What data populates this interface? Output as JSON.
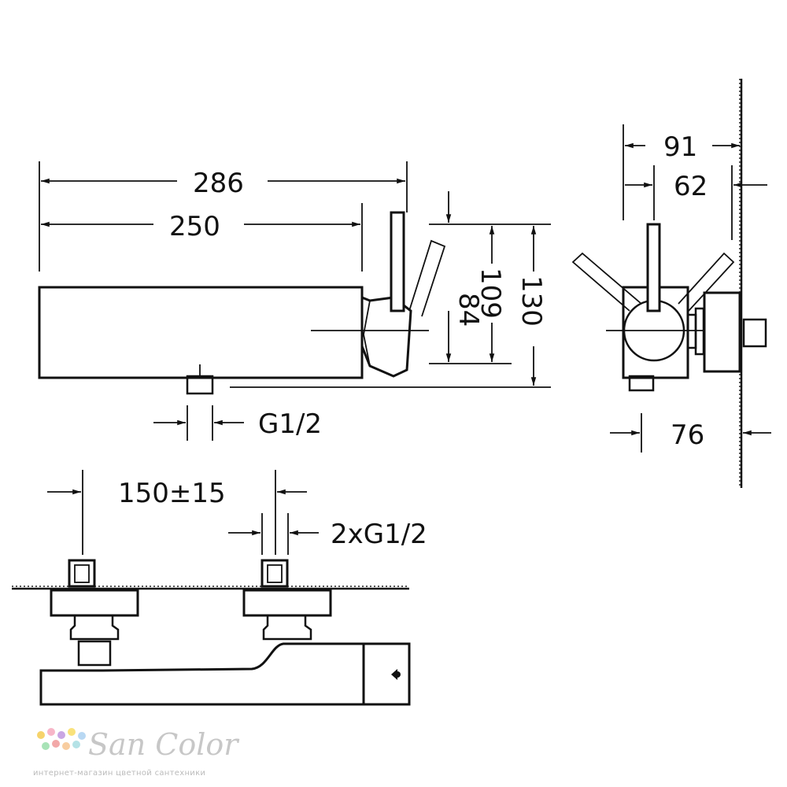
{
  "dimensions": {
    "overall_length": "286",
    "body_length": "250",
    "lever_height": "84",
    "mid_height": "109",
    "total_height": "130",
    "connection": "G1/2",
    "side_depth_total": "91",
    "side_depth_body": "62",
    "side_depth_bottom": "76",
    "centre_distance": "150±15",
    "inlets": "2xG1/2"
  },
  "logo": {
    "name": "San Color",
    "tagline": "интернет-магазин цветной сантехники"
  },
  "colors": {
    "line": "#111111",
    "logo_gray": "#c7c7c7"
  }
}
